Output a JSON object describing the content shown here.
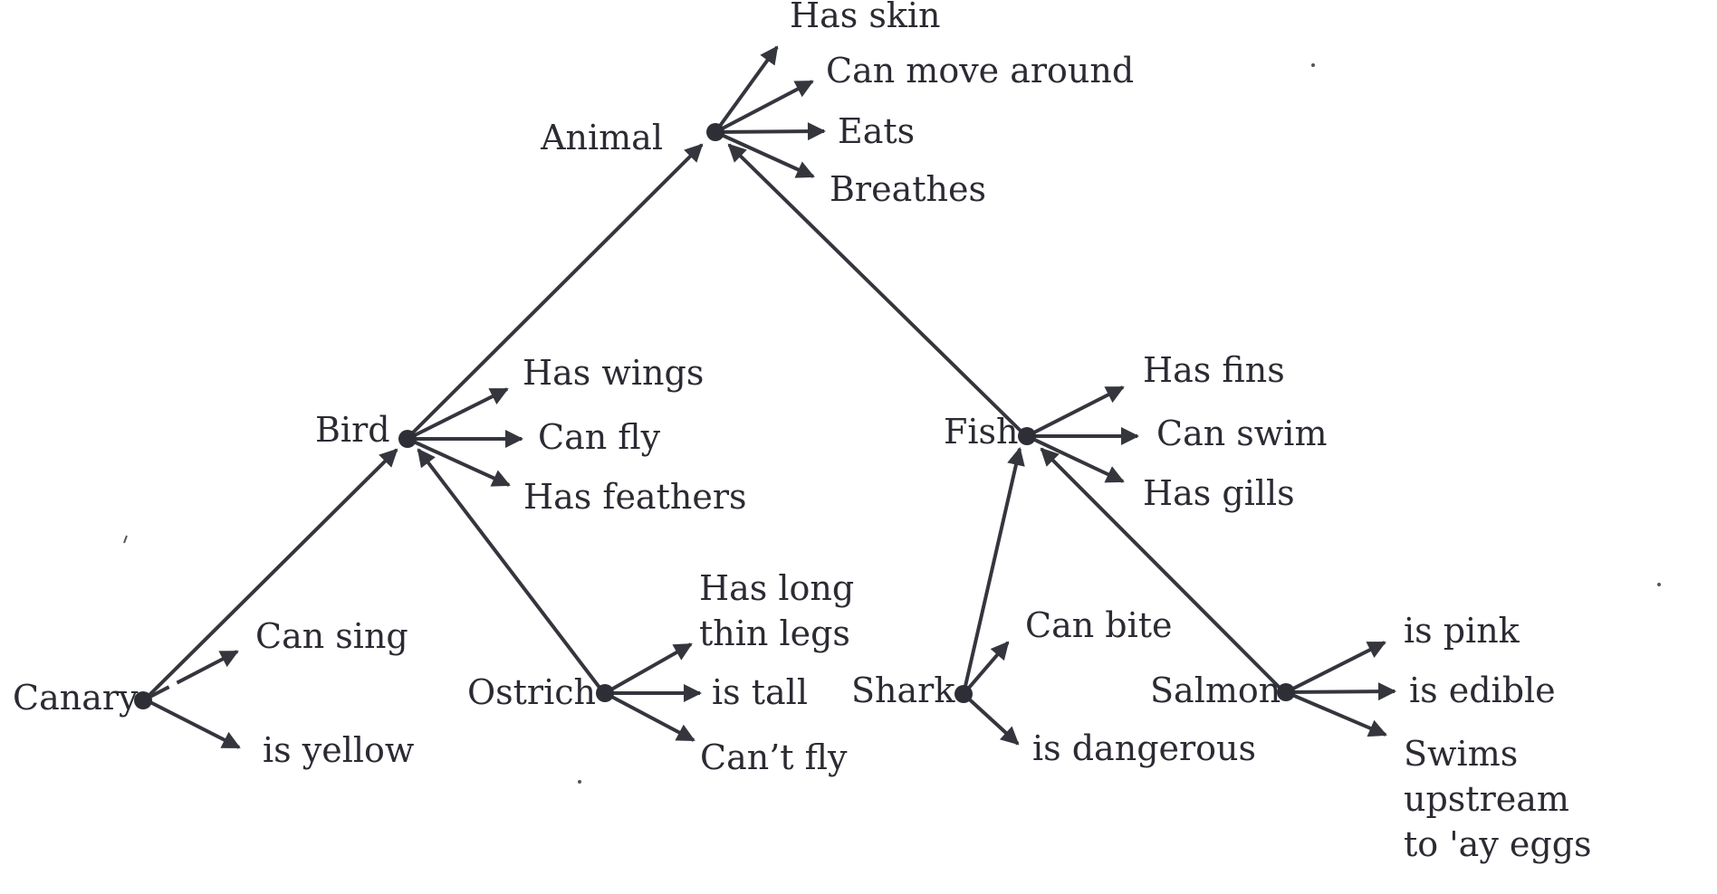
{
  "colors": {
    "ink": "#35363d",
    "text": "#2b2b33",
    "background": "#ffffff"
  },
  "nodes": {
    "animal": {
      "label": "Animal"
    },
    "bird": {
      "label": "Bird"
    },
    "fish": {
      "label": "Fish"
    },
    "canary": {
      "label": "Canary"
    },
    "ostrich": {
      "label": "Ostrich"
    },
    "shark": {
      "label": "Shark"
    },
    "salmon": {
      "label": "Salmon"
    }
  },
  "properties": {
    "animal": [
      "Has skin",
      "Can move around",
      "Eats",
      "Breathes"
    ],
    "bird": [
      "Has wings",
      "Can fly",
      "Has feathers"
    ],
    "fish": [
      "Has fins",
      "Can swim",
      "Has gills"
    ],
    "canary": [
      "Can sing",
      "is yellow"
    ],
    "ostrich": [
      "Has long thin legs",
      "is tall",
      "Can’t fly"
    ],
    "shark": [
      "Can bite",
      "is dangerous"
    ],
    "salmon": [
      "is pink",
      "is edible",
      "Swims upstream to 'ay eggs"
    ]
  },
  "hierarchy": [
    {
      "from": "bird",
      "to": "animal"
    },
    {
      "from": "fish",
      "to": "animal"
    },
    {
      "from": "canary",
      "to": "bird"
    },
    {
      "from": "ostrich",
      "to": "bird"
    },
    {
      "from": "shark",
      "to": "fish"
    },
    {
      "from": "salmon",
      "to": "fish"
    }
  ]
}
